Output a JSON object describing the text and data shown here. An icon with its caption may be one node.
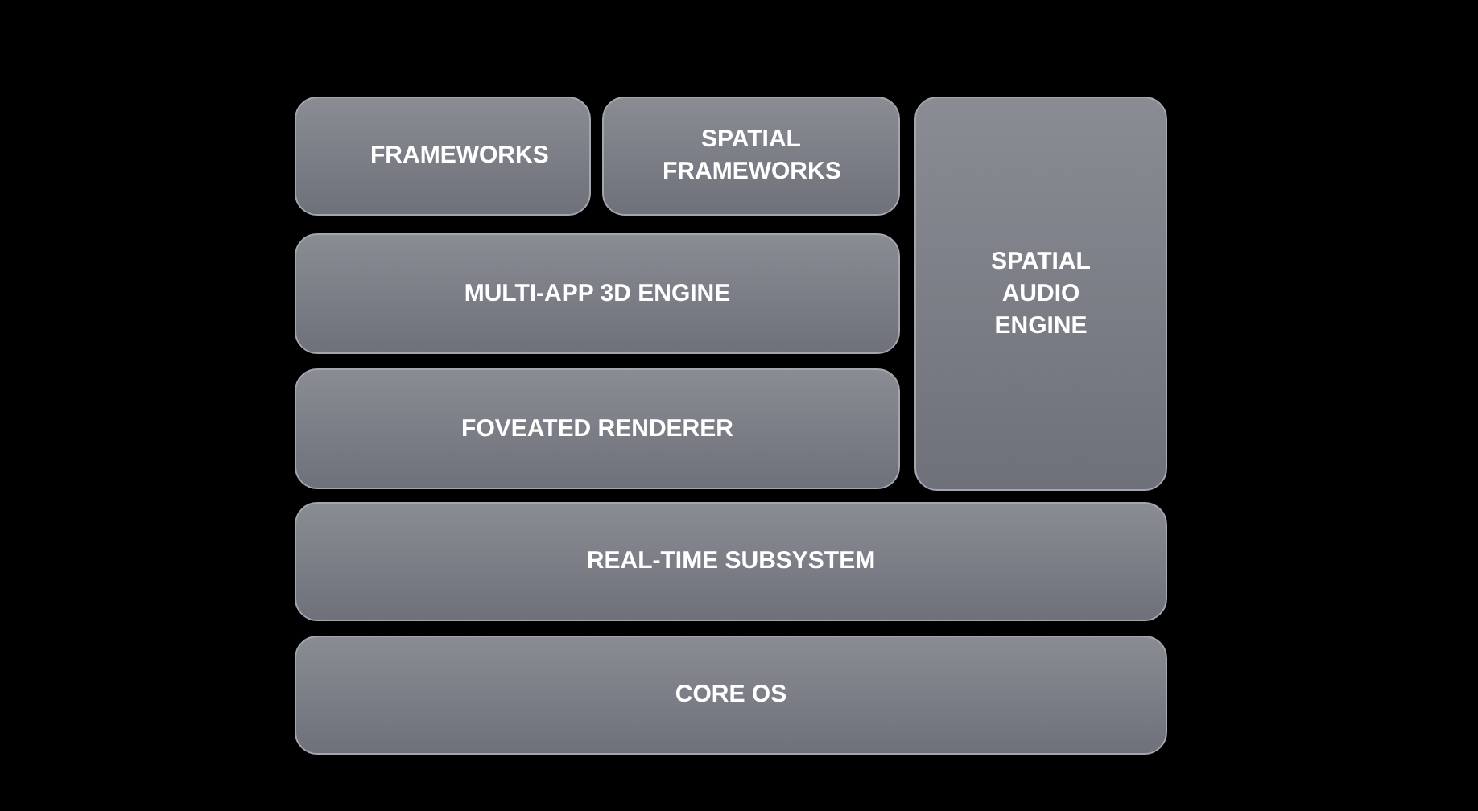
{
  "diagram": {
    "nodes": [
      {
        "text": [
          "FRAMEWORKS"
        ]
      },
      {
        "text": [
          "SPATIAL FRAMEWORKS"
        ]
      },
      {
        "text": [
          "SPATIAL AUDIO ENGINE"
        ]
      },
      {
        "text": [
          "MULTI-APP 3D ENGINE"
        ]
      },
      {
        "text": [
          "FOVEATED RENDERER"
        ]
      },
      {
        "text": [
          "REAL-TIME SUBSYSTEM"
        ]
      },
      {
        "text": [
          "CORE OS"
        ]
      }
    ]
  }
}
